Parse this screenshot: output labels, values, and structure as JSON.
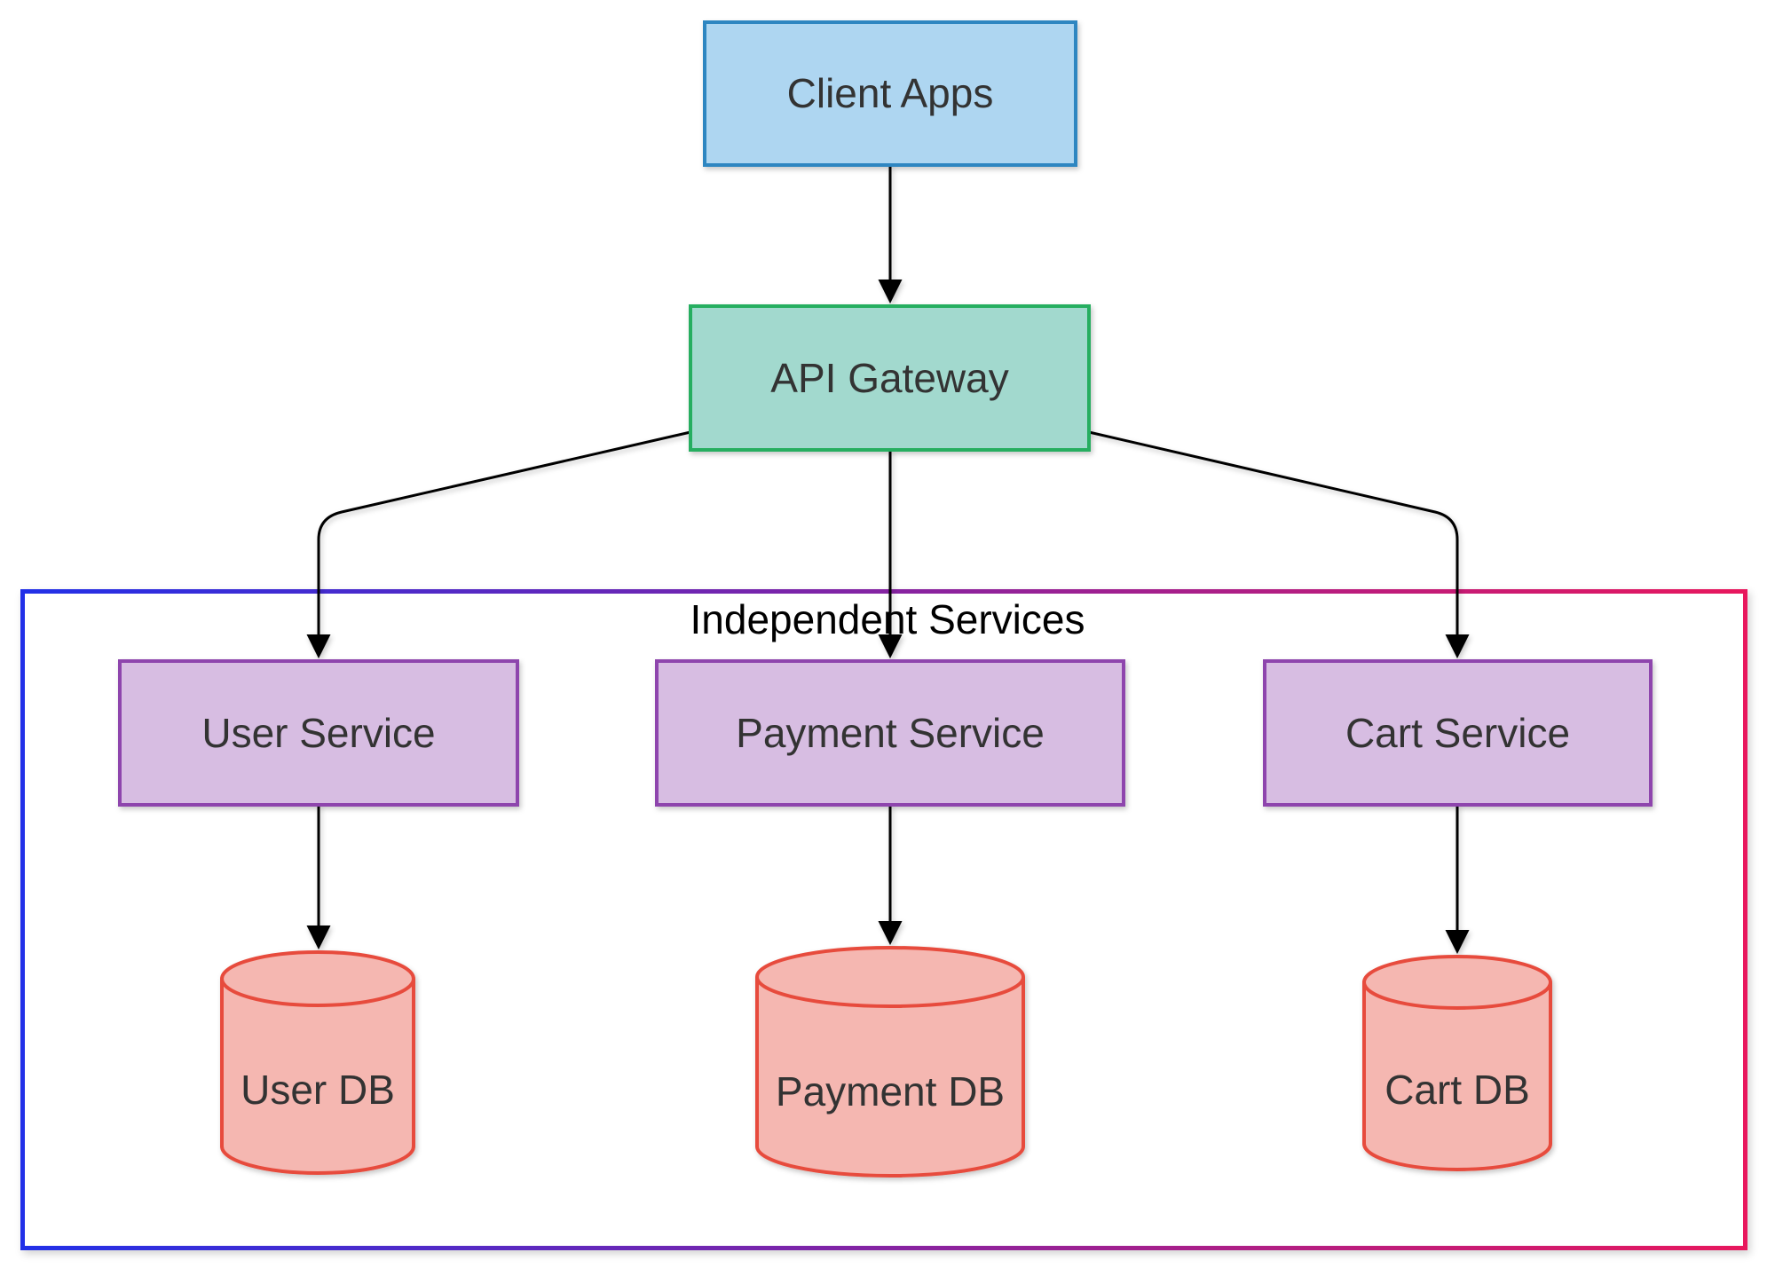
{
  "diagram": {
    "type": "flowchart",
    "title": "Independent Services",
    "nodes": {
      "client_apps": {
        "label": "Client Apps",
        "shape": "rectangle"
      },
      "api_gateway": {
        "label": "API Gateway",
        "shape": "rectangle"
      },
      "user_service": {
        "label": "User Service",
        "shape": "rectangle"
      },
      "payment_service": {
        "label": "Payment Service",
        "shape": "rectangle"
      },
      "cart_service": {
        "label": "Cart Service",
        "shape": "rectangle"
      },
      "user_db": {
        "label": "User DB",
        "shape": "cylinder"
      },
      "payment_db": {
        "label": "Payment DB",
        "shape": "cylinder"
      },
      "cart_db": {
        "label": "Cart DB",
        "shape": "cylinder"
      }
    },
    "edges": [
      {
        "from": "client_apps",
        "to": "api_gateway"
      },
      {
        "from": "api_gateway",
        "to": "user_service"
      },
      {
        "from": "api_gateway",
        "to": "payment_service"
      },
      {
        "from": "api_gateway",
        "to": "cart_service"
      },
      {
        "from": "user_service",
        "to": "user_db"
      },
      {
        "from": "payment_service",
        "to": "payment_db"
      },
      {
        "from": "cart_service",
        "to": "cart_db"
      }
    ],
    "colors": {
      "client_fill": "#AED6F1",
      "client_stroke": "#2E86C1",
      "gateway_fill": "#A2D9CE",
      "gateway_stroke": "#27AE60",
      "service_fill": "#D7BDE2",
      "service_stroke": "#8E44AD",
      "db_fill": "#F5B7B1",
      "db_stroke": "#E74C3C",
      "frame_start": "#2230E8",
      "frame_end": "#E8175D",
      "edge_stroke": "#000000",
      "label_text": "#333333",
      "title_text": "#000000",
      "canvas_bg": "#FFFFFF"
    }
  }
}
